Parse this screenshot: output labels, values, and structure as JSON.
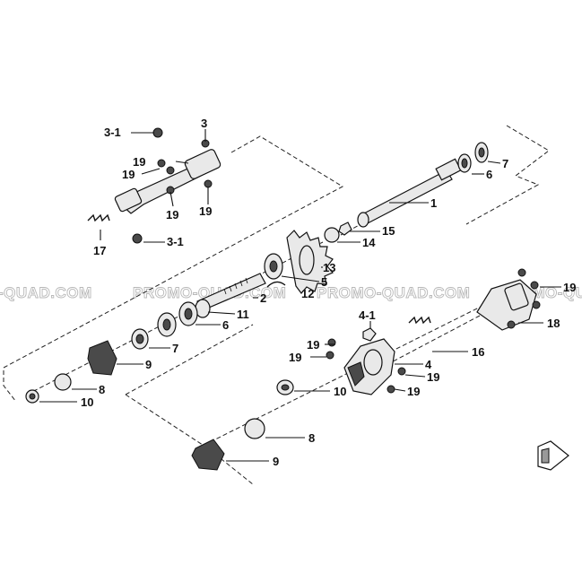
{
  "watermark": [
    "-QUAD.COM",
    "PROMO-QUAD.COM",
    "PROMO-QUAD.COM",
    "PROMO-QUAD"
  ],
  "callouts": {
    "c1": "1",
    "c2": "2",
    "c3": "3",
    "c3_1_top": "3-1",
    "c3_1_bottom": "3-1",
    "c4": "4",
    "c4_1": "4-1",
    "c5": "5",
    "c6_top": "6",
    "c6_mid": "6",
    "c7_top": "7",
    "c7_mid": "7",
    "c8_left": "8",
    "c8_bottom": "8",
    "c9_left": "9",
    "c9_bottom": "9",
    "c10_left": "10",
    "c10_bottom": "10",
    "c11": "11",
    "c12": "12",
    "c13": "13",
    "c14": "14",
    "c15": "15",
    "c16": "16",
    "c17": "17",
    "c18": "18",
    "c19_a": "19",
    "c19_b": "19",
    "c19_c": "19",
    "c19_d": "19",
    "c19_e": "19",
    "c19_f": "19",
    "c19_g": "19",
    "c19_h": "19"
  }
}
